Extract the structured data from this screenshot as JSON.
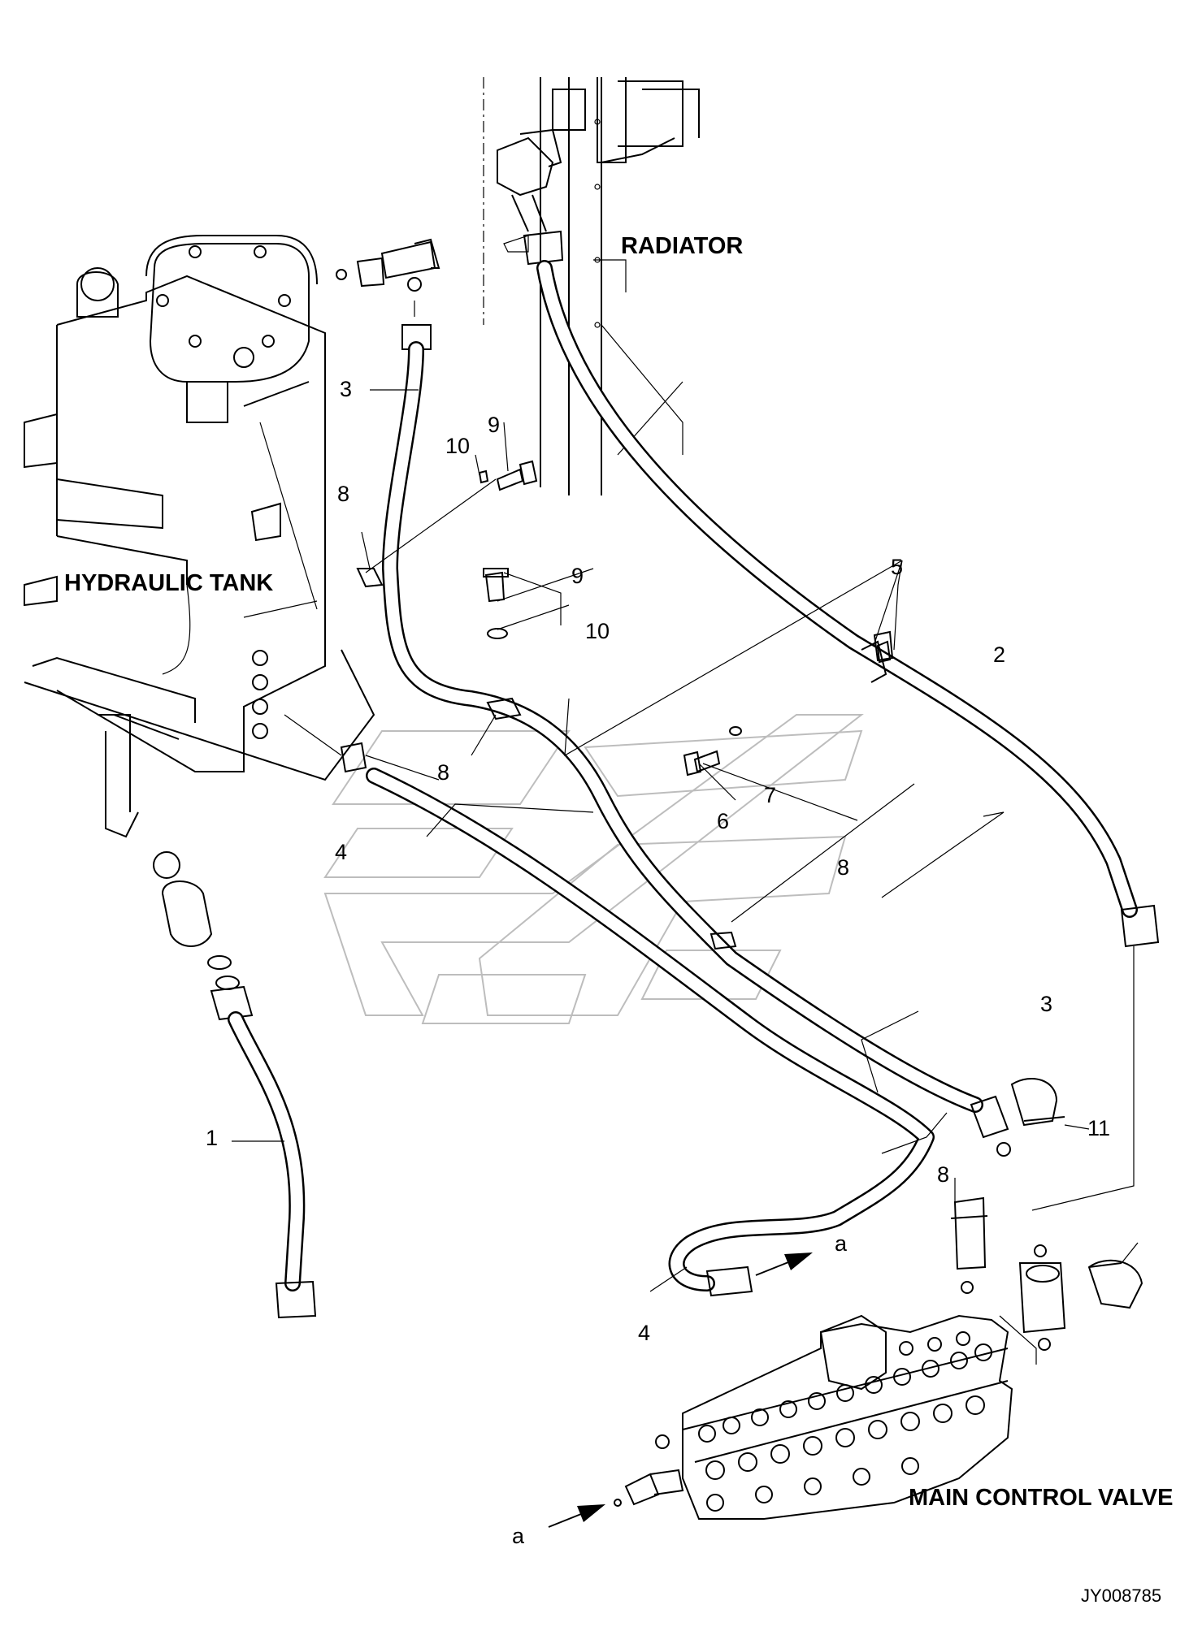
{
  "labels": {
    "radiator": "RADIATOR",
    "hydraulic_tank": "HYDRAULIC TANK",
    "main_control_valve": "MAIN CONTROL VALVE"
  },
  "reference_code": "JY008785",
  "callouts": {
    "c1": "1",
    "c2": "2",
    "c3_top": "3",
    "c3_right": "3",
    "c4_left": "4",
    "c4_bottom": "4",
    "c5": "5",
    "c6": "6",
    "c7": "7",
    "c8_upper": "8",
    "c8_center": "8",
    "c8_mid_right": "8",
    "c8_lower": "8",
    "c9_upper": "9",
    "c9_lower": "9",
    "c10_upper": "10",
    "c10_lower": "10",
    "c11": "11"
  },
  "flow_markers": {
    "a_right": "a",
    "a_left": "a"
  }
}
